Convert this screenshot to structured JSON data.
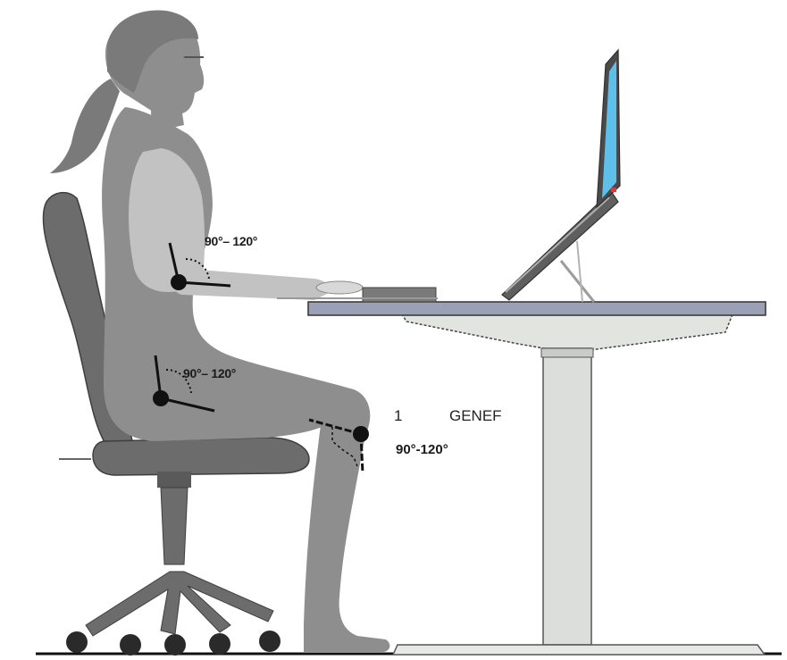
{
  "labels": {
    "elbow_angle": "90°– 120°",
    "hip_angle": "90°– 120°",
    "knee_angle": "90°-120°",
    "heading_number": "1",
    "heading_text": "GENEF"
  },
  "colors": {
    "figure": "#8e8e8e",
    "skin_light": "#c2c2c2",
    "chair": "#6c6c6c",
    "desk_top": "#9aa0b6",
    "desk_leg": "#dcdedb",
    "screen": "#5ec0ea",
    "angle_mark": "#111111"
  }
}
